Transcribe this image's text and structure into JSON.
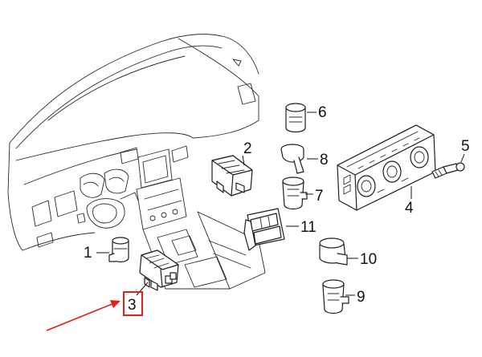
{
  "callouts": {
    "c1": "1",
    "c2": "2",
    "c3": "3",
    "c4": "4",
    "c5": "5",
    "c6": "6",
    "c7": "7",
    "c8": "8",
    "c9": "9",
    "c10": "10",
    "c11": "11"
  },
  "highlight": {
    "target": "3",
    "box_color": "#e0201c",
    "arrow_color": "#e0201c"
  }
}
